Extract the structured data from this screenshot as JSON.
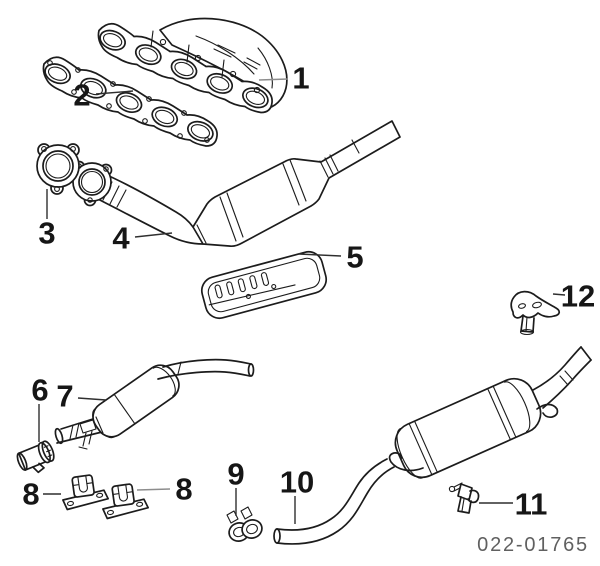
{
  "diagram": {
    "background_color": "#ffffff",
    "ink_color": "#1c1c1c",
    "label_color": "#161616",
    "leader_color": "#2f2f2f",
    "muted_leader_color": "#8d8d8d",
    "code_color": "#606060",
    "drawing_code": "022-01765",
    "callouts": [
      {
        "label": "1"
      },
      {
        "label": "2"
      },
      {
        "label": "3"
      },
      {
        "label": "4"
      },
      {
        "label": "5"
      },
      {
        "label": "6"
      },
      {
        "label": "7"
      },
      {
        "label": "8"
      },
      {
        "label": "8"
      },
      {
        "label": "9"
      },
      {
        "label": "10"
      },
      {
        "label": "11"
      },
      {
        "label": "12"
      }
    ]
  }
}
